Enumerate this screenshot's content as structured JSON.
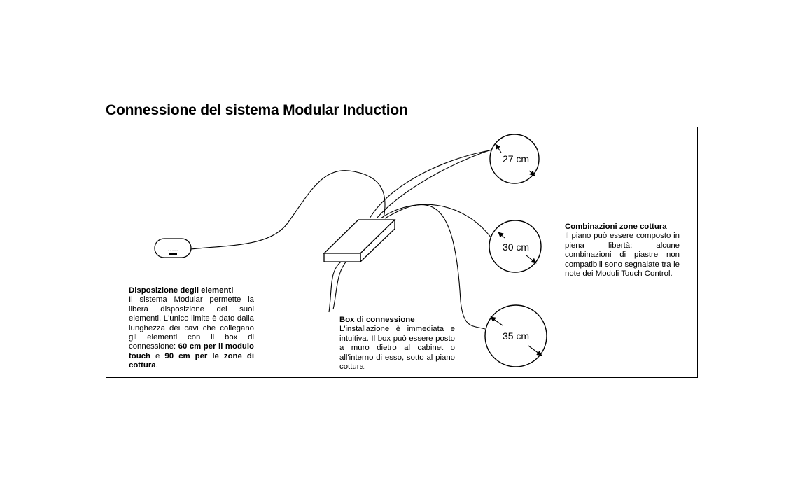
{
  "title": "Connessione del sistema Modular Induction",
  "touch_module": {
    "dots": "....."
  },
  "circles": [
    {
      "label": "27 cm"
    },
    {
      "label": "30 cm"
    },
    {
      "label": "35 cm"
    }
  ],
  "disposizione": {
    "heading": "Disposizione degli elementi",
    "body_plain_1": "Il sistema Modular permette la libera disposizione dei suoi elementi. L'unico limite è dato dalla lunghezza dei cavi che collegano gli elementi con il box di connessione: ",
    "body_bold_1": "60 cm per il modulo touch",
    "body_plain_2": " e ",
    "body_bold_2": "90 cm per le zone di cottura",
    "body_plain_3": "."
  },
  "box": {
    "heading": "Box di connessione",
    "body": "L'installazione è immediata e intuitiva. Il box può essere posto a muro dietro al cabinet o all'interno di esso, sotto al piano cottura."
  },
  "combinazioni": {
    "heading": "Combinazioni zone cottura",
    "body": "Il piano può essere composto in piena libertà; alcune combinazioni di piastre non compatibili sono segnalate tra le note dei Moduli Touch Control."
  }
}
